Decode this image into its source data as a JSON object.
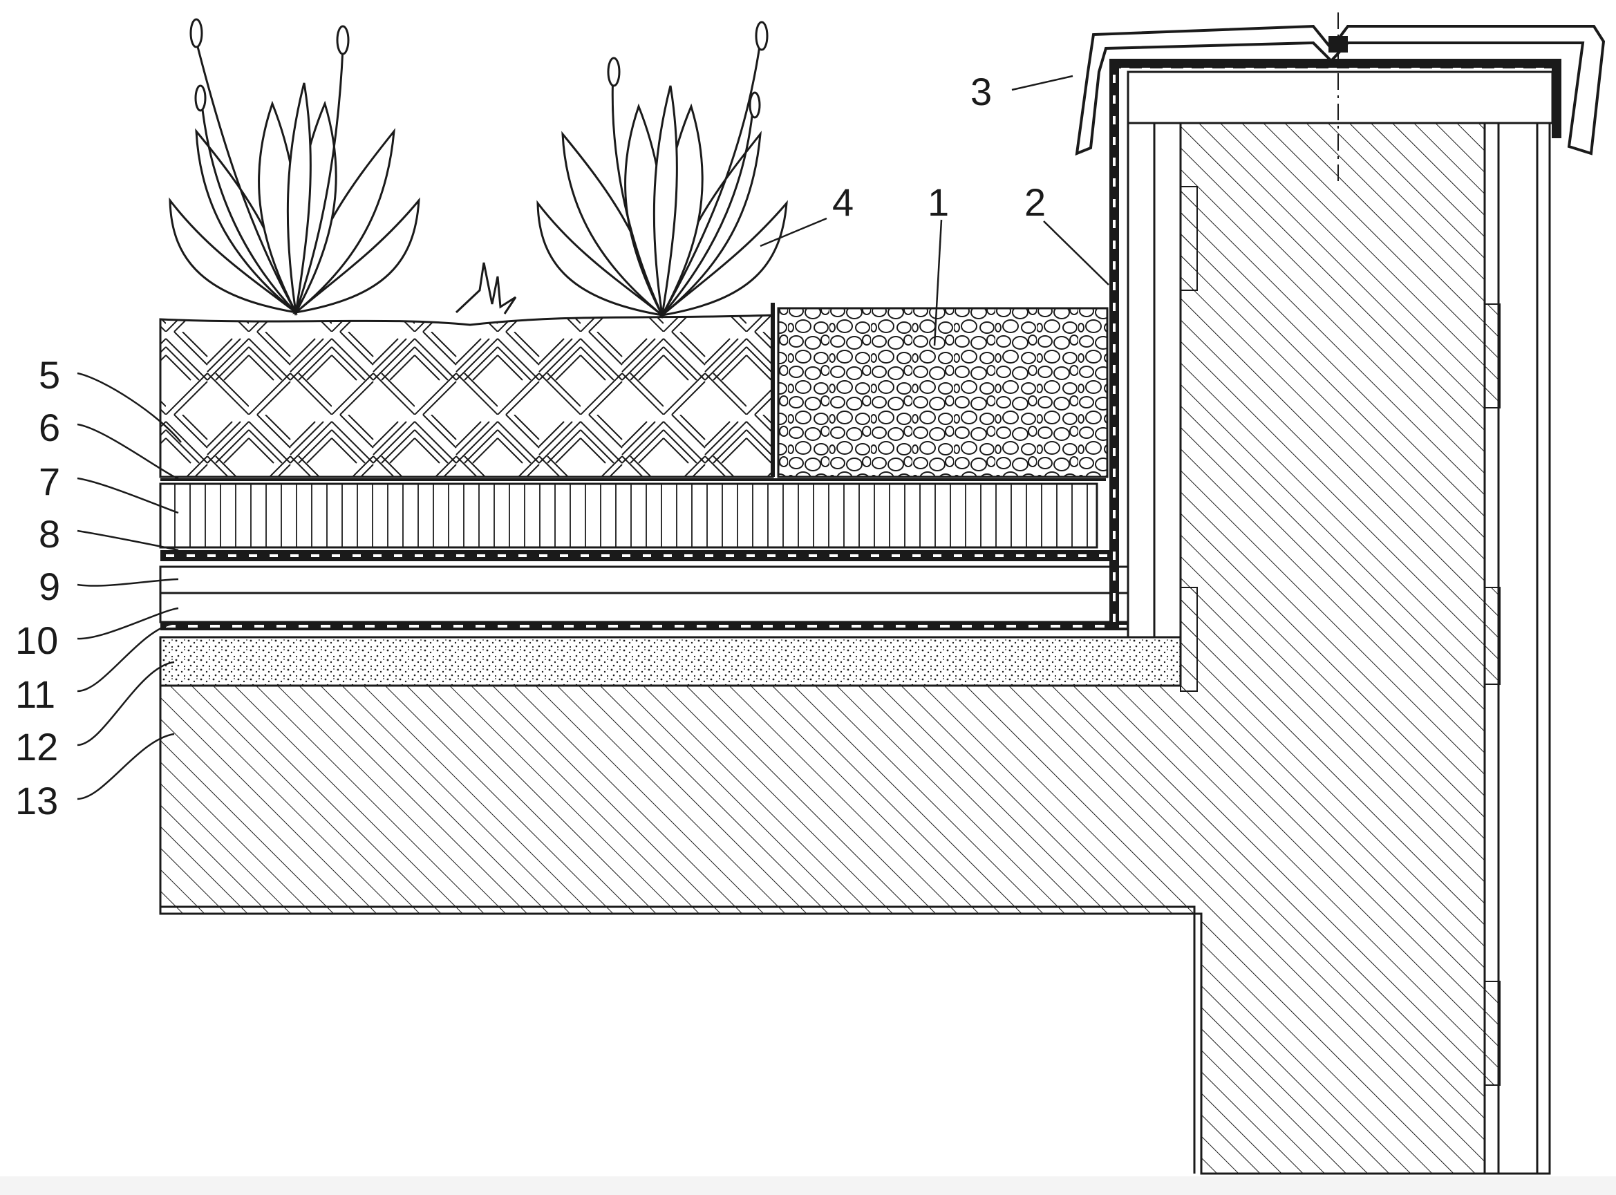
{
  "callouts": [
    {
      "id": "1",
      "label": "1"
    },
    {
      "id": "2",
      "label": "2"
    },
    {
      "id": "3",
      "label": "3"
    },
    {
      "id": "4",
      "label": "4"
    },
    {
      "id": "5",
      "label": "5"
    },
    {
      "id": "6",
      "label": "6"
    },
    {
      "id": "7",
      "label": "7"
    },
    {
      "id": "8",
      "label": "8"
    },
    {
      "id": "9",
      "label": "9"
    },
    {
      "id": "10",
      "label": "10"
    },
    {
      "id": "11",
      "label": "11"
    },
    {
      "id": "12",
      "label": "12"
    },
    {
      "id": "13",
      "label": "13"
    }
  ],
  "colors": {
    "ink": "#1a1a1a",
    "paper": "#ffffff",
    "bottom_band": "#f4f4f4"
  }
}
